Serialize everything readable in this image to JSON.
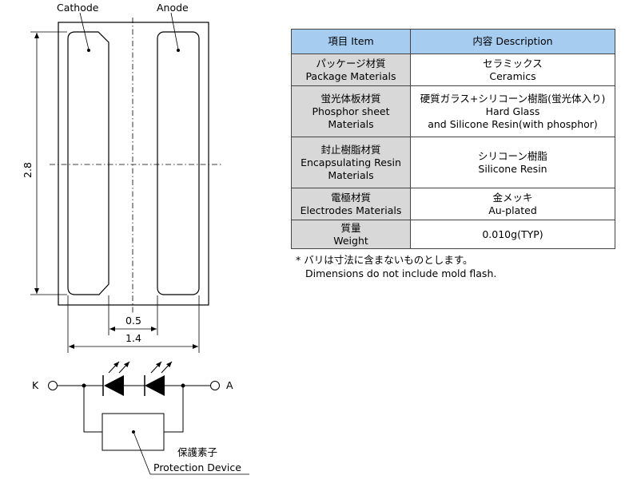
{
  "drawing": {
    "cathode_label": "Cathode",
    "anode_label": "Anode",
    "height_dim": "2.8",
    "gap_dim": "0.5",
    "width_dim": "1.4"
  },
  "circuit": {
    "k_label": "K",
    "a_label": "A",
    "protection_jp": "保護素子",
    "protection_en": "Protection Device"
  },
  "table": {
    "header_item": "項目 Item",
    "header_desc": "内容 Description",
    "rows": [
      {
        "label": [
          "パッケージ材質",
          "Package Materials"
        ],
        "value": [
          "セラミックス",
          "Ceramics"
        ]
      },
      {
        "label": [
          "蛍光体板材質",
          "Phosphor sheet",
          "Materials"
        ],
        "value": [
          "硬質ガラス+シリコーン樹脂(蛍光体入り)",
          "Hard Glass",
          "and Silicone Resin(with phosphor)"
        ]
      },
      {
        "label": [
          "封止樹脂材質",
          "Encapsulating Resin",
          "Materials"
        ],
        "value": [
          "シリコーン樹脂",
          "Silicone Resin"
        ]
      },
      {
        "label": [
          "電極材質",
          "Electrodes Materials"
        ],
        "value": [
          "金メッキ",
          "Au-plated"
        ]
      },
      {
        "label": [
          "質量",
          "Weight"
        ],
        "value": [
          "0.010g(TYP)"
        ]
      }
    ]
  },
  "note": {
    "line1": "* バリは寸法に含まないものとします。",
    "line2": "Dimensions do not include mold flash."
  }
}
